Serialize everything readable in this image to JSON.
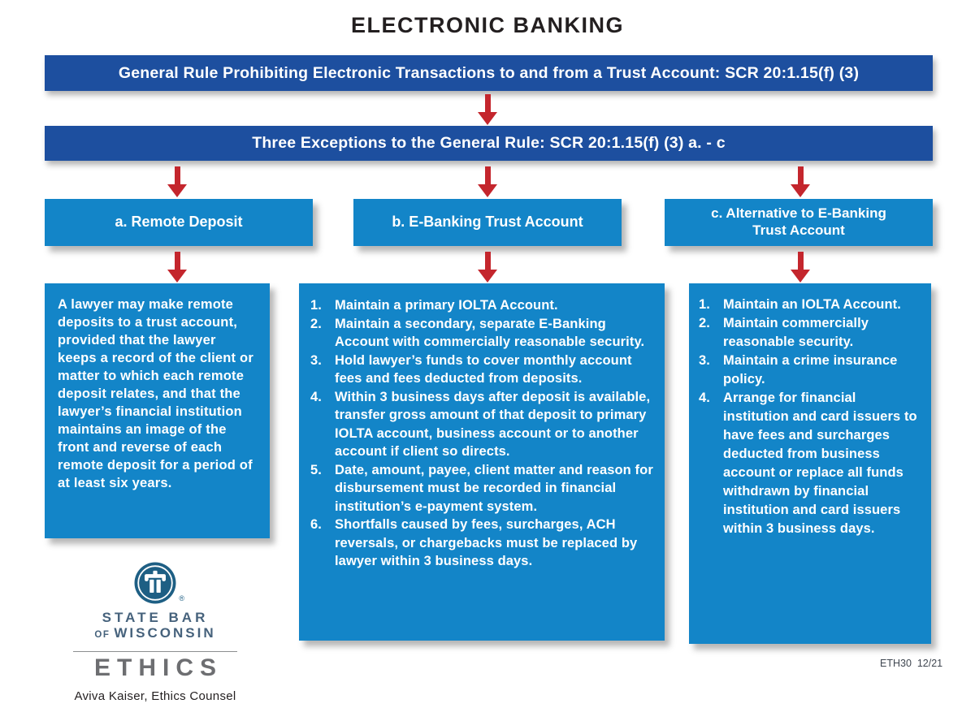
{
  "title": "ELECTRONIC BANKING",
  "banners": [
    {
      "text": "General Rule Prohibiting Electronic Transactions to and from a Trust Account: SCR 20:1.15(f) (3)"
    },
    {
      "text": "Three Exceptions to the General Rule: SCR 20:1.15(f) (3) a. - c"
    }
  ],
  "columns": [
    {
      "header_lines": [
        "a. Remote Deposit"
      ],
      "paragraph": "A lawyer may make remote deposits to a trust account, provided that the lawyer keeps a record of the client or matter to which each remote deposit relates, and that the lawyer’s financial institution maintains an image of the front and reverse of each remote deposit for a period of at least six years."
    },
    {
      "header_lines": [
        "b. E-Banking Trust Account"
      ],
      "items": [
        {
          "n": "1.",
          "t": "Maintain a primary IOLTA Account."
        },
        {
          "n": "2.",
          "t": "Maintain a secondary, separate E-Banking Account with commercially reasonable security."
        },
        {
          "n": "3.",
          "t": "Hold lawyer’s funds to cover monthly account fees and fees deducted from deposits."
        },
        {
          "n": "4.",
          "t": "Within 3 business days after deposit is available, transfer gross amount of that deposit to primary IOLTA account, business account or to another account if client so directs."
        },
        {
          "n": "5.",
          "t": "Date, amount, payee, client matter and reason for disbursement must be recorded in financial institution’s e-payment system."
        },
        {
          "n": "6.",
          "t": "Shortfalls caused by fees, surcharges, ACH reversals, or chargebacks must be replaced by lawyer within 3 business days."
        }
      ]
    },
    {
      "header_lines": [
        "c. Alternative to E-Banking",
        "Trust Account"
      ],
      "items": [
        {
          "n": "1.",
          "t": "Maintain an IOLTA Account."
        },
        {
          "n": "2.",
          "t": "Maintain commercially reasonable security."
        },
        {
          "n": "3.",
          "t": "Maintain a crime insurance policy."
        },
        {
          "n": "4.",
          "t": "Arrange for financial institution and card issuers to have fees and surcharges deducted from business account or replace all funds withdrawn by financial institution and card issuers within 3 business days."
        }
      ]
    }
  ],
  "footer": {
    "logo": {
      "icon": "pillar-column-icon",
      "registered": "®",
      "org_line1": "STATE BAR",
      "org_of": "OF",
      "org_line2": "WISCONSIN",
      "division": "ETHICS"
    },
    "credit": "Aviva Kaiser, Ethics Counsel",
    "doc_code": "ETH30  12/21"
  },
  "colors": {
    "banner_blue": "#1d4f9f",
    "box_blue": "#1385c8",
    "arrow_red": "#c4262d",
    "title_ink": "#231f20",
    "logo_circle_blue": "#1e5f84",
    "statebar_text": "#46627c",
    "ethics_gray": "#6d6e71"
  }
}
